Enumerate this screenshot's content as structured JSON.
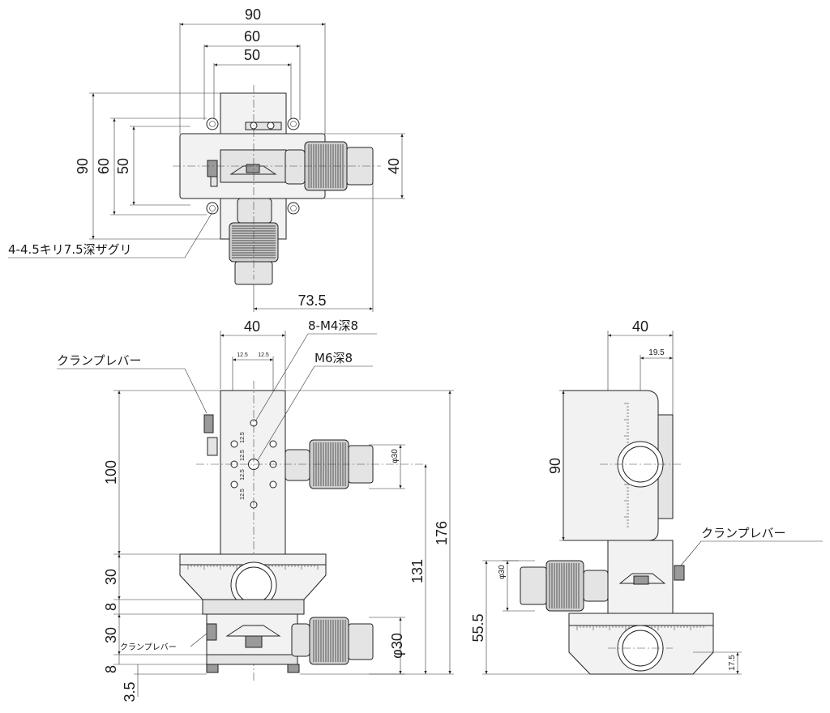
{
  "top_view": {
    "dims": {
      "w90": "90",
      "w60": "60",
      "w50": "50",
      "h90": "90",
      "h60": "60",
      "h50": "50",
      "h40": "40",
      "w73_5": "73.5"
    },
    "hole_note": "4-4.5キリ7.5深ザグリ"
  },
  "front_view": {
    "dims": {
      "w40": "40",
      "p12_5a": "12.5",
      "p12_5b": "12.5",
      "v12_5a": "12.5",
      "v12_5b": "12.5",
      "v12_5c": "12.5",
      "v12_5d": "12.5",
      "d_phi30_small": "φ30",
      "h100": "100",
      "h30a": "30",
      "h8a": "8",
      "h30b": "30",
      "h8b": "8",
      "h3_5": "3.5",
      "h131": "131",
      "h176": "176",
      "d_phi30": "φ30"
    },
    "tap_note": "8-M4深8",
    "center_tap_note": "M6深8",
    "clamp_lever_label": "クランプレバー",
    "clamp_lever_label_small": "クランプレバー"
  },
  "side_view": {
    "dims": {
      "w40": "40",
      "w19_5": "19.5",
      "h90": "90",
      "d_phi30": "φ30",
      "h55_5": "55.5",
      "h17_5": "17.5"
    },
    "clamp_lever_label": "クランプレバー"
  }
}
